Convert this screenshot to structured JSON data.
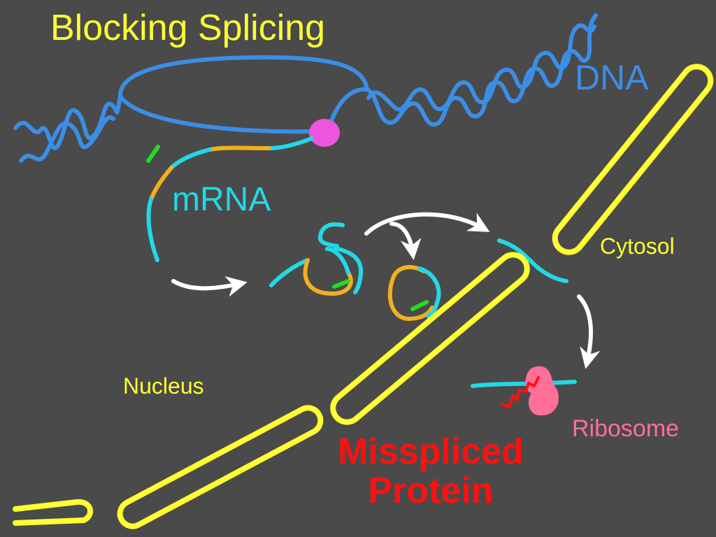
{
  "title": "Blocking Splicing",
  "labels": {
    "dna": "DNA",
    "mrna": "mRNA",
    "cytosol": "Cytosol",
    "nucleus": "Nucleus",
    "ribosome": "Ribosome",
    "result_line1": "Misspliced",
    "result_line2": "Protein"
  },
  "colors": {
    "background": "#4a4a4a",
    "title": "#ffff33",
    "dna": "#3a8ee6",
    "mrna_exon": "#22d8e6",
    "mrna_intron": "#f0b020",
    "antisense_oligo": "#22dd22",
    "polymerase": "#ee55dd",
    "membrane": "#ffff33",
    "arrows": "#ffffff",
    "ribosome": "#ff6f9a",
    "protein": "#ff1010"
  }
}
